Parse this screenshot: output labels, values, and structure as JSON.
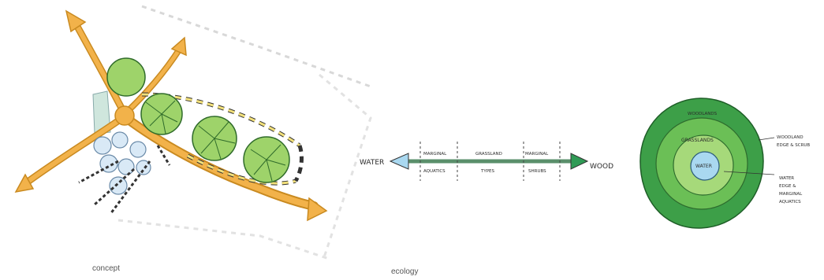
{
  "captions": {
    "concept": "concept",
    "ecology": "ecology"
  },
  "ecology_diagram": {
    "left_end": "WATER",
    "right_end": "WOOD",
    "zone_top": [
      "MARGINAL",
      "GRASSLAND",
      "MARGINAL"
    ],
    "zone_bottom": [
      "AQUATICS",
      "TYPES",
      "SHRUBS"
    ]
  },
  "rings_diagram": {
    "outer": "WOODLANDS",
    "middle": "GRASSLANDS",
    "center": "WATER",
    "note1": [
      "WOODLAND",
      "EDGE & SCRUB"
    ],
    "note2": [
      "WATER",
      "EDGE &",
      "MARGINAL",
      "AQUATICS"
    ]
  },
  "colors": {
    "path": "#f2b24a",
    "path_outline": "#c98a20",
    "tree": "#9ed36a",
    "tree_dark": "#2f6b2a",
    "water": "#a9d8f0",
    "dark_green": "#3d9f48",
    "mid_green": "#6bbf56",
    "light_green": "#a6d97a",
    "wood_arrow": "#2f9a55"
  },
  "icons": {
    "tree_canopy": "tree-canopy-icon",
    "water_pond": "pond-icon"
  }
}
